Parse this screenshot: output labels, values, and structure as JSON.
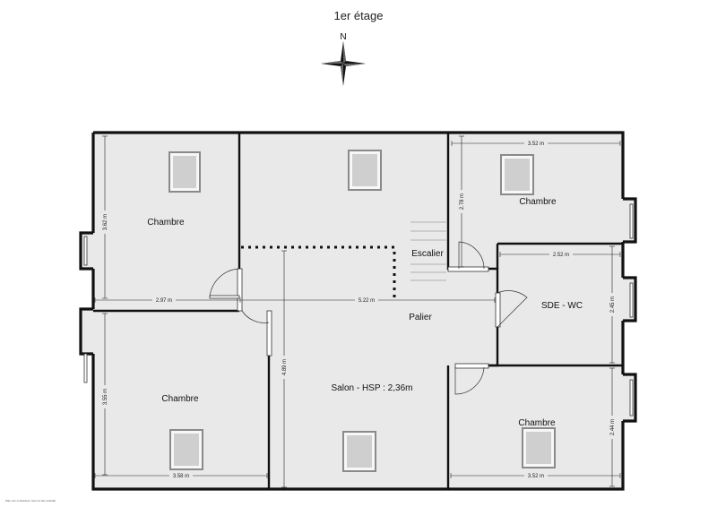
{
  "plan": {
    "title": "1er étage",
    "north_label": "N",
    "rooms": {
      "chambre_nw": "Chambre",
      "chambre_ne": "Chambre",
      "chambre_sw": "Chambre",
      "chambre_se": "Chambre",
      "escalier": "Escalier",
      "sde_wc": "SDE - WC",
      "palier": "Palier",
      "salon": "Salon - HSP : 2,36m"
    },
    "dimensions": {
      "nw_height": "3.62 m",
      "nw_width": "2.97 m",
      "sw_height": "3.55 m",
      "sw_width": "3.58 m",
      "palier_width": "5.22 m",
      "salon_height": "4.89 m",
      "ne_width": "3.52 m",
      "ne_height": "2.78 m",
      "sde_width": "2.52 m",
      "sde_height": "2.45 m",
      "se_height": "2.44 m",
      "se_width": "3.52 m"
    },
    "footer_note": "Plan non contractuel, fourni à titre indicatif"
  },
  "colors": {
    "floor": "#e9e9e9",
    "wall": "#111111",
    "background": "#ffffff"
  }
}
